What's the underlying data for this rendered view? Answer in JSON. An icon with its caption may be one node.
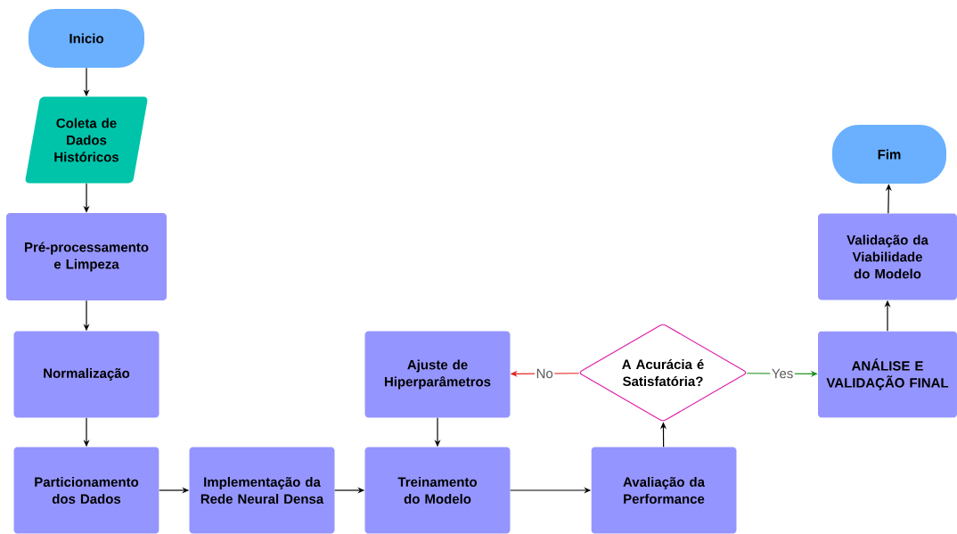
{
  "diagram": {
    "nodes": [
      {
        "text": [
          "Inicio"
        ]
      },
      {
        "text": [
          "Coleta de Dados Históricos"
        ]
      },
      {
        "text": [
          "Pré-processamento e Limpeza"
        ]
      },
      {
        "text": [
          "Normalização"
        ]
      },
      {
        "text": [
          "Particionamento dos Dados"
        ]
      },
      {
        "text": [
          "Implementação da Rede Neural Densa"
        ]
      },
      {
        "text": [
          "Treinamento do Modelo"
        ]
      },
      {
        "text": [
          "Ajuste de Hiperparâmetros"
        ]
      },
      {
        "text": [
          "A Acurácia é Satisfatória?"
        ]
      },
      {
        "text": [
          "Avaliação da Performance"
        ]
      },
      {
        "text": [
          "ANÁLISE E VALIDAÇÃO FINAL"
        ]
      },
      {
        "text": [
          "Validação da Viabilidade do Modelo"
        ]
      },
      {
        "text": [
          "Fim"
        ]
      }
    ],
    "edges": [
      {
        "from": 0,
        "to": 1,
        "arrow": "to"
      },
      {
        "from": 1,
        "to": 2,
        "arrow": "to"
      },
      {
        "from": 2,
        "to": 3,
        "arrow": "to"
      },
      {
        "from": 3,
        "to": 4,
        "arrow": "to"
      },
      {
        "from": 4,
        "to": 5,
        "arrow": "to"
      },
      {
        "from": 5,
        "to": 6,
        "arrow": "to"
      },
      {
        "from": 6,
        "to": 9,
        "arrow": "to"
      },
      {
        "from": 9,
        "to": 8,
        "arrow": "to"
      },
      {
        "from": 8,
        "to": 7,
        "arrow": "to",
        "label": "No",
        "color": "#e02222"
      },
      {
        "from": 8,
        "to": 10,
        "arrow": "to",
        "label": "Yes",
        "color": "#1a8f1a"
      },
      {
        "from": 7,
        "to": 6,
        "arrow": "to"
      },
      {
        "from": 10,
        "to": 11,
        "arrow": "to"
      },
      {
        "from": 11,
        "to": 12,
        "arrow": "to"
      }
    ]
  }
}
